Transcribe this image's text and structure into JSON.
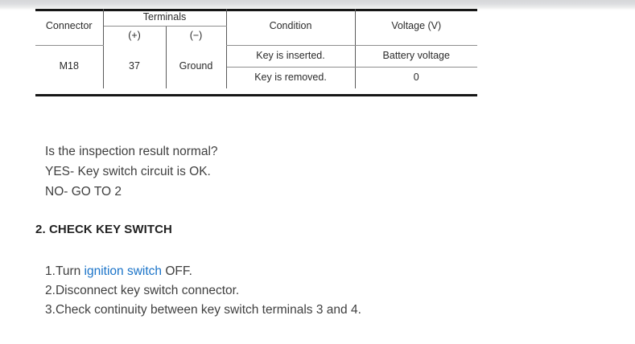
{
  "table": {
    "name": "key-switch-voltage-spec",
    "headers": {
      "connector": "Connector",
      "terminals_group": "Terminals",
      "terminal_plus": "(+)",
      "terminal_minus": "(−)",
      "condition": "Condition",
      "voltage": "Voltage (V)"
    },
    "rows": [
      {
        "connector": "M18",
        "terminal_plus": "37",
        "terminal_minus": "Ground",
        "conditions": [
          {
            "condition": "Key is inserted.",
            "voltage": "Battery voltage"
          },
          {
            "condition": "Key is removed.",
            "voltage": "0"
          }
        ]
      }
    ]
  },
  "question": {
    "prompt": "Is the inspection result normal?",
    "yes": "YES- Key switch circuit is OK.",
    "no": "NO- GO TO 2"
  },
  "section": {
    "heading": "2. CHECK KEY SWITCH"
  },
  "steps": [
    {
      "number": "1.",
      "text_before": "Turn ",
      "link": "ignition switch",
      "text_after": " OFF."
    },
    {
      "number": "2.",
      "text_before": "Disconnect key switch connector.",
      "link": "",
      "text_after": ""
    },
    {
      "number": "3.",
      "text_before": "Check continuity between key switch terminals 3 and 4.",
      "link": "",
      "text_after": ""
    }
  ],
  "colors": {
    "link": "#1a73c8",
    "text": "#3f3f3f",
    "heading": "#222222",
    "rule_thick": "#161616",
    "rule_thin": "#8e8e8e"
  }
}
